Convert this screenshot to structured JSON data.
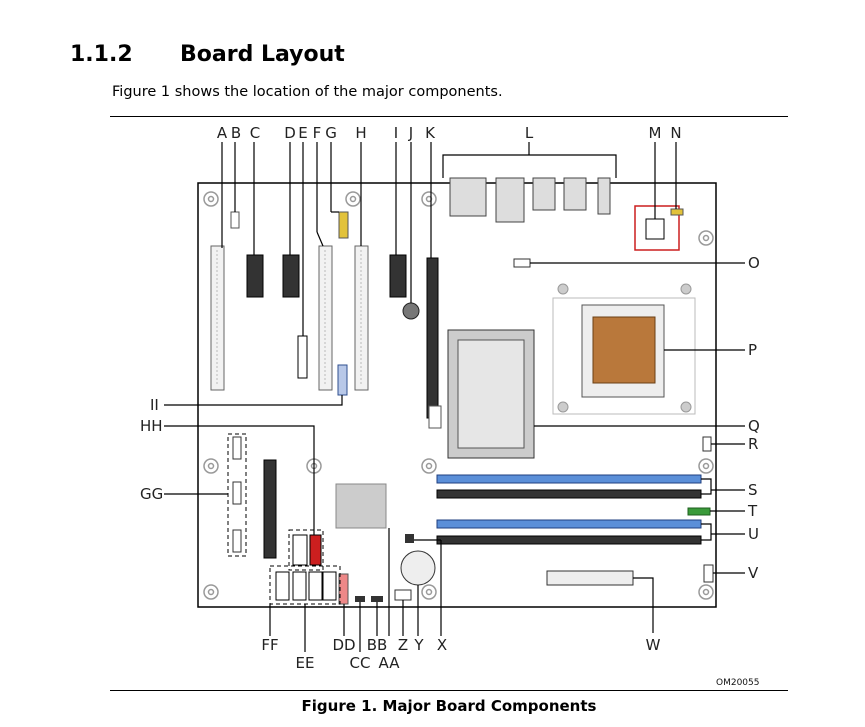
{
  "section": {
    "number": "1.1.2",
    "title": "Board Layout"
  },
  "intro": "Figure 1 shows the location of the major components.",
  "caption": "Figure 1.  Major Board Components",
  "figure_id": "OM20055",
  "labels": {
    "A": "A",
    "B": "B",
    "C": "C",
    "D": "D",
    "E": "E",
    "F": "F",
    "G": "G",
    "H": "H",
    "I": "I",
    "J": "J",
    "K": "K",
    "L": "L",
    "M": "M",
    "N": "N",
    "O": "O",
    "P": "P",
    "Q": "Q",
    "R": "R",
    "S": "S",
    "T": "T",
    "U": "U",
    "V": "V",
    "W": "W",
    "X": "X",
    "Y": "Y",
    "Z": "Z",
    "AA": "AA",
    "BB": "BB",
    "CC": "CC",
    "DD": "DD",
    "EE": "EE",
    "FF": "FF",
    "GG": "GG",
    "HH": "HH",
    "II": "II"
  },
  "colors": {
    "accent_red": "#cc1f1f",
    "dimm_blue": "#5b8fd8",
    "socket_copper": "#b9783b",
    "connector_yellow": "#e2c23a",
    "header_green": "#3a9a3a"
  }
}
